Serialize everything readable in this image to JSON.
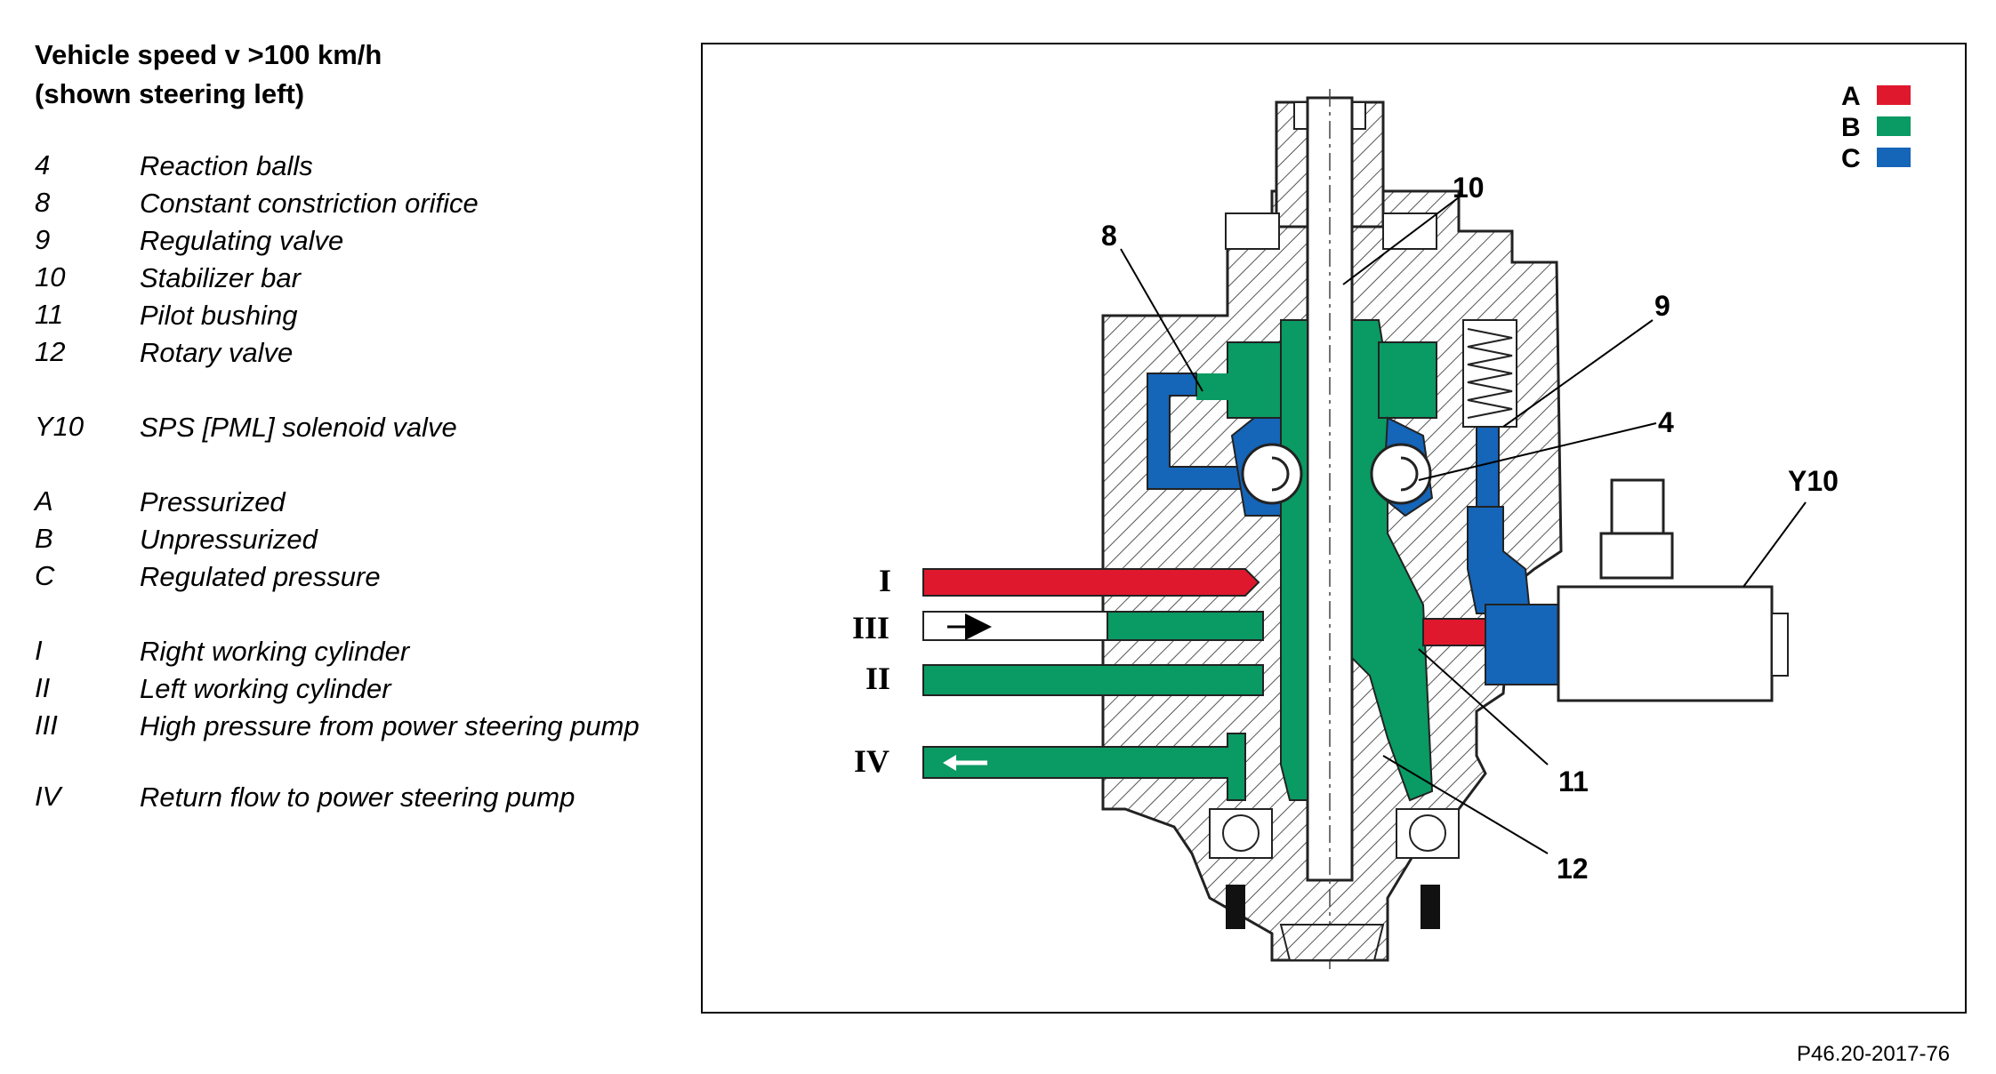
{
  "title_line1": "Vehicle speed v >100 km/h",
  "title_line2": "(shown steering left)",
  "legend": [
    {
      "key": "4",
      "value": "Reaction balls"
    },
    {
      "key": "8",
      "value": "Constant constriction orifice"
    },
    {
      "key": "9",
      "value": "Regulating valve"
    },
    {
      "key": "10",
      "value": "Stabilizer bar"
    },
    {
      "key": "11",
      "value": "Pilot bushing"
    },
    {
      "key": "12",
      "value": "Rotary valve"
    },
    {
      "key": "Y10",
      "value": "SPS [PML] solenoid valve"
    },
    {
      "key": "A",
      "value": "Pressurized"
    },
    {
      "key": "B",
      "value": "Unpressurized"
    },
    {
      "key": "C",
      "value": "Regulated pressure"
    },
    {
      "key": "I",
      "value": "Right working cylinder"
    },
    {
      "key": "II",
      "value": "Left working cylinder"
    },
    {
      "key": "III",
      "value": "High pressure from power steering pump"
    },
    {
      "key": "IV",
      "value": "Return flow to power steering pump"
    }
  ],
  "diagram": {
    "callouts": {
      "c4": "4",
      "c8": "8",
      "c9": "9",
      "c10": "10",
      "c11": "11",
      "c12": "12",
      "cy10": "Y10"
    },
    "ports": {
      "p1": "I",
      "p2": "II",
      "p3": "III",
      "p4": "IV"
    },
    "color_key": [
      {
        "label": "A",
        "color": "#e0182d"
      },
      {
        "label": "B",
        "color": "#0a9a64"
      },
      {
        "label": "C",
        "color": "#1565b8"
      }
    ]
  },
  "figure_ref": "P46.20-2017-76"
}
